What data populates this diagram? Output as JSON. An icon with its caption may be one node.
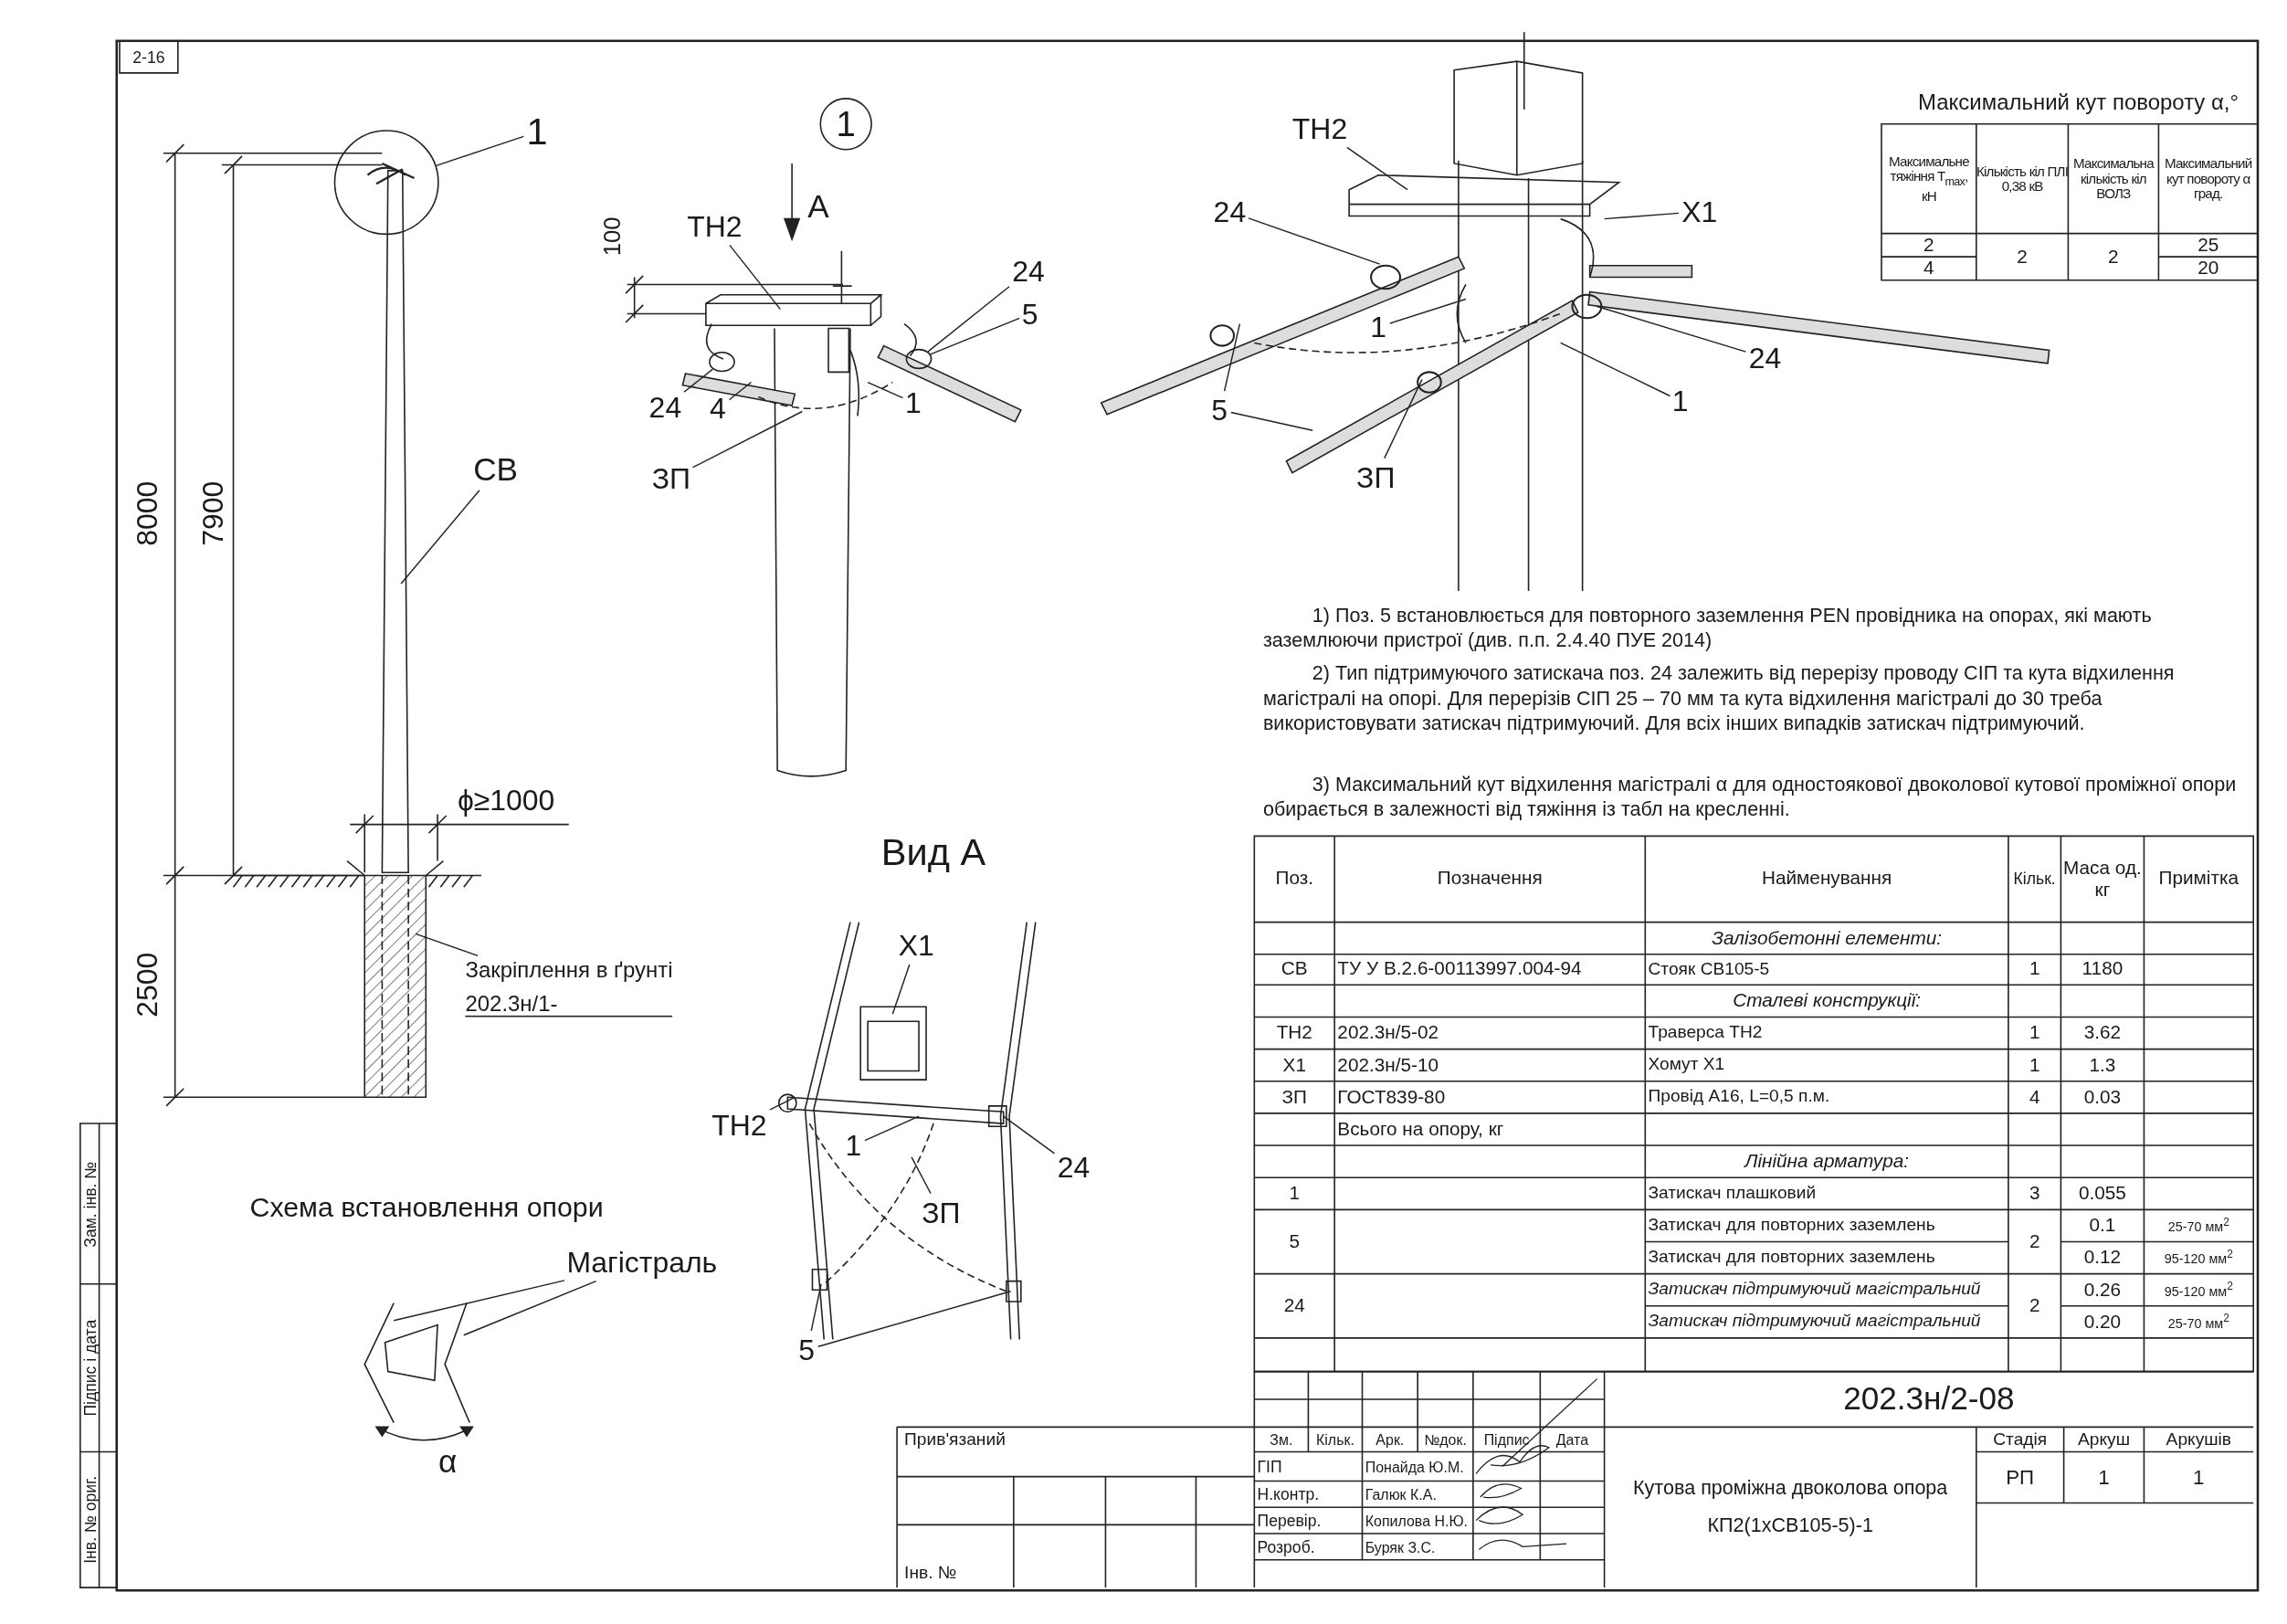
{
  "diagram": {
    "nodes": [
      {
        "text": [
          "1"
        ]
      },
      {
        "text": [
          "СВ"
        ]
      },
      {
        "text": [
          "Закріплення в ґрунті",
          "202.3н/1-"
        ]
      },
      {
        "text": [
          "Магістраль"
        ]
      },
      {
        "text": [
          "1"
        ]
      },
      {
        "text": [
          "ТН2"
        ]
      },
      {
        "text": [
          "24"
        ]
      },
      {
        "text": [
          "5"
        ]
      },
      {
        "text": [
          "24"
        ]
      },
      {
        "text": [
          "4"
        ]
      },
      {
        "text": [
          "1"
        ]
      },
      {
        "text": [
          "ЗП"
        ]
      },
      {
        "text": [
          "Х1"
        ]
      },
      {
        "text": [
          "ТН2"
        ]
      },
      {
        "text": [
          "1"
        ]
      },
      {
        "text": [
          "ЗП"
        ]
      },
      {
        "text": [
          "24"
        ]
      },
      {
        "text": [
          "5"
        ]
      },
      {
        "text": [
          "ТН2"
        ]
      },
      {
        "text": [
          "24"
        ]
      },
      {
        "text": [
          "Х1"
        ]
      },
      {
        "text": [
          "1"
        ]
      },
      {
        "text": [
          "24"
        ]
      },
      {
        "text": [
          "1"
        ]
      },
      {
        "text": [
          "5"
        ]
      },
      {
        "text": [
          "ЗП"
        ]
      },
      {
        "text": [],
        "shape": "circle"
      },
      {
        "text": [],
        "shape": "circle"
      },
      {
        "text": [],
        "shape": "circle"
      }
    ],
    "edges": [
      {
        "from": 0,
        "to": 26,
        "arrow": "none"
      },
      {
        "from": 1,
        "to": null,
        "arrow": "none"
      },
      {
        "from": 2,
        "to": null,
        "arrow": "none"
      },
      {
        "from": 3,
        "to": null,
        "arrow": "none"
      },
      {
        "from": 3,
        "to": null,
        "arrow": "none"
      },
      {
        "from": 5,
        "to": null,
        "arrow": "none"
      },
      {
        "from": 6,
        "to": 27,
        "arrow": "none"
      },
      {
        "from": 7,
        "to": 27,
        "arrow": "none"
      },
      {
        "from": 8,
        "to": 28,
        "arrow": "none"
      },
      {
        "from": 9,
        "to": null,
        "arrow": "none"
      },
      {
        "from": 10,
        "to": null,
        "arrow": "none"
      },
      {
        "from": 11,
        "to": null,
        "arrow": "none"
      },
      {
        "from": 12,
        "to": null,
        "arrow": "none"
      },
      {
        "from": 13,
        "to": null,
        "arrow": "none"
      },
      {
        "from": 14,
        "to": null,
        "arrow": "none"
      },
      {
        "from": 15,
        "to": null,
        "arrow": "none"
      },
      {
        "from": 16,
        "to": null,
        "arrow": "none"
      },
      {
        "from": 17,
        "to": null,
        "arrow": "none"
      },
      {
        "from": 17,
        "to": null,
        "arrow": "none"
      },
      {
        "from": 18,
        "to": null,
        "arrow": "none"
      },
      {
        "from": 19,
        "to": null,
        "arrow": "none"
      },
      {
        "from": 20,
        "to": null,
        "arrow": "none"
      },
      {
        "from": 21,
        "to": null,
        "arrow": "none"
      },
      {
        "from": 22,
        "to": null,
        "arrow": "none"
      },
      {
        "from": 23,
        "to": null,
        "arrow": "none"
      },
      {
        "from": 24,
        "to": null,
        "arrow": "none"
      },
      {
        "from": 24,
        "to": null,
        "arrow": "none"
      },
      {
        "from": 25,
        "to": null,
        "arrow": "none"
      }
    ],
    "labels": [
      "2-16",
      "8000",
      "7900",
      "2500",
      "ϕ≥1000",
      "100",
      "А",
      "Вид А",
      "Схема встановлення опори",
      "α",
      "Максимальний кут повороту α,°",
      "Максимальне тяжіння T$_{max}$, кН",
      "Кількість кіл ПЛІ 0,38 кВ",
      "Максимальна кількість кіл ВОЛЗ",
      "Максимальний кут повороту α град.",
      "2",
      "2",
      "2",
      "25",
      "4",
      "20",
      "1) Поз. 5 встановлюється для повторного заземлення PEN провідника на опорах, які мають заземлюючи пристрої (див. п.п. 2.4.40 ПУЕ 2014)",
      "2) Тип підтримуючого затискача поз. 24 залежить від перерізу проводу СІП та кута відхилення магістралі на опорі. Для перерізів СІП 25 – 70 мм та кута відхилення магістралі до 30 треба використовувати затискач підтримуючий. Для всіх інших випадків затискач підтримуючий.",
      "3) Максимальний кут відхилення магістралі α для одностоякової двоколової кутової проміжної опори обирається в залежності від тяжіння із табл на кресленні.",
      "Поз.",
      "Позначення",
      "Найменування",
      "Кільк.",
      "Маса од. кг",
      "Примітка",
      "Залізобетонні елементи:",
      "СВ",
      "ТУ У В.2.6-00113997.004-94",
      "Стояк СВ105-5",
      "1",
      "1180",
      "Сталеві конструкції:",
      "ТН2",
      "202.3н/5-02",
      "Траверса ТН2",
      "1",
      "3.62",
      "Х1",
      "202.3н/5-10",
      "Хомут Х1",
      "1",
      "1.3",
      "ЗП",
      "ГОСТ839-80",
      "Провід А16, L=0,5 п.м.",
      "4",
      "0.03",
      "Всього на опору, кг",
      "Лінійна арматура:",
      "1",
      "Затискач плашковий",
      "3",
      "0.055",
      "5",
      "Затискач для повторних заземлень",
      "2",
      "0.1",
      "25-70 мм$^{2}$",
      "Затискач для повторних заземлень",
      "0.12",
      "95-120 мм$^{2}$",
      "24",
      "Затискач підтримуючий магістральний",
      "2",
      "0.26",
      "95-120 мм$^{2}$",
      "Затискач підтримуючий магістральний",
      "0.20",
      "25-70 мм$^{2}$",
      "202.3н/2-08",
      "Прив'язаний",
      "Зм.",
      "Кільк.",
      "Арк.",
      "№док.",
      "Підпис",
      "Дата",
      "Стадія",
      "Аркуш",
      "Аркушів",
      "ГІП",
      "Понайда Ю.М.",
      "РП",
      "1",
      "1",
      "Н.контр.",
      "Галюк К.А.",
      "Перевір.",
      "Копилова Н.Ю.",
      "Розроб.",
      "Буряк З.С.",
      "Кутова проміжна двоколова опора КП2(1хСВ105-5)-1",
      "Інв. №",
      "Зам. інв. №",
      "Підпис і дата",
      "Інв. № ориг."
    ]
  }
}
